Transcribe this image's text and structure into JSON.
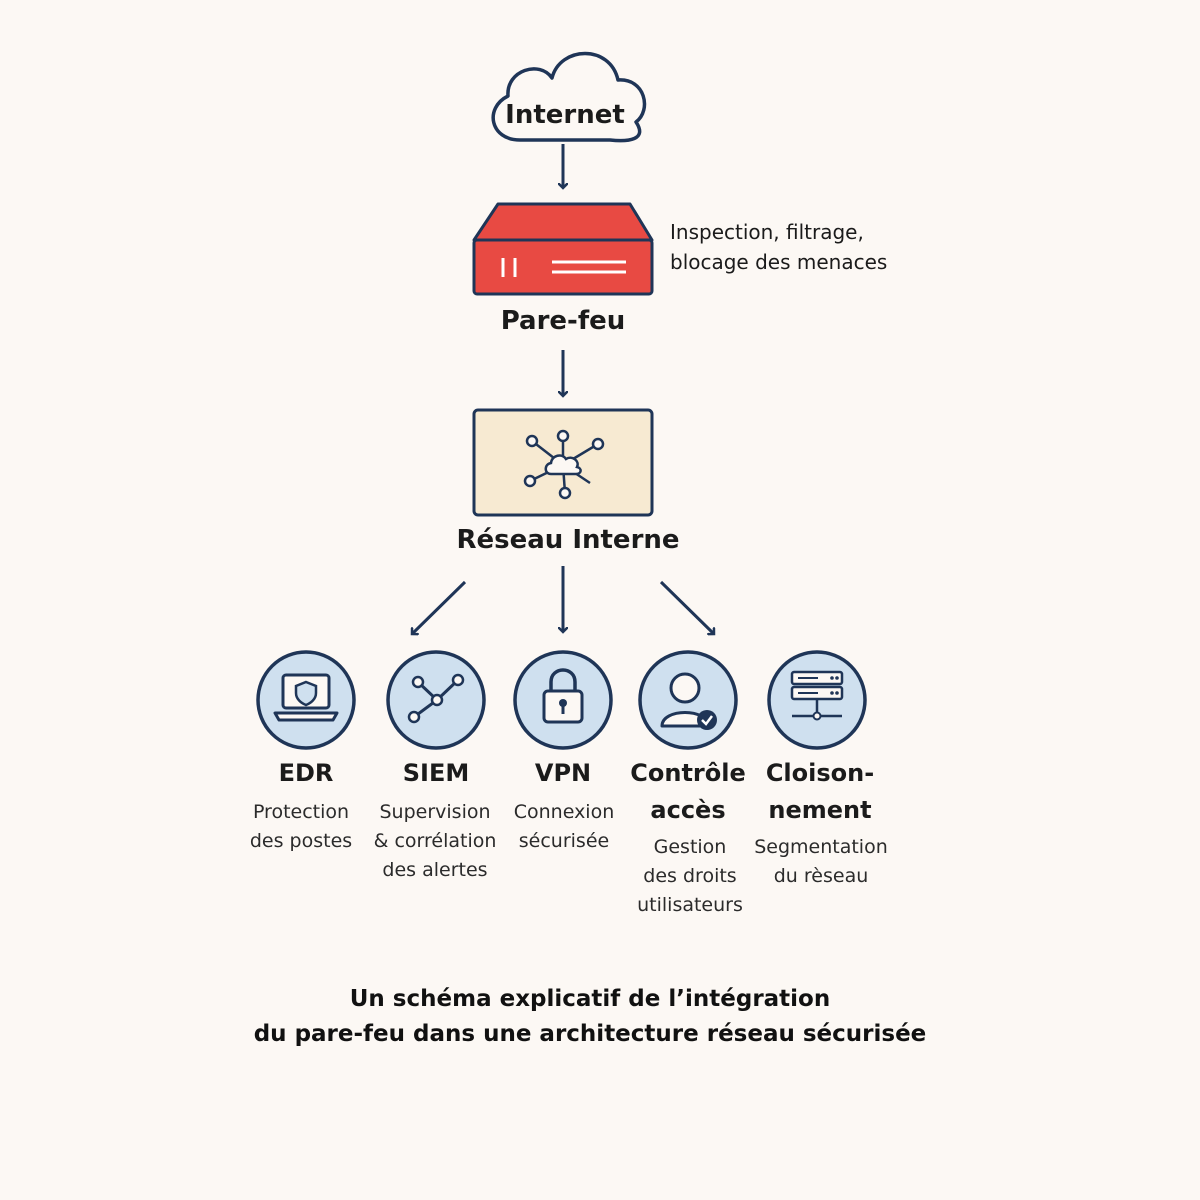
{
  "nodes": {
    "internet": {
      "label": "Internet",
      "icon": "cloud-icon"
    },
    "firewall": {
      "label": "Pare-feu",
      "icon": "firewall-appliance-icon",
      "note": "Inspection, filtrage,\nblocage des menaces"
    },
    "internal_network": {
      "label": "Réseau Interne",
      "icon": "network-hub-icon"
    }
  },
  "services": [
    {
      "title": "EDR",
      "description": "Protection\ndes postes",
      "icon": "laptop-shield-icon"
    },
    {
      "title": "SIEM",
      "description": "Supervision\n& corrélation\ndes alertes",
      "icon": "graph-nodes-icon"
    },
    {
      "title": "VPN",
      "description": "Connexion\nsécurisée",
      "icon": "padlock-icon"
    },
    {
      "title": "Contrôle\naccès",
      "description": "Gestion\ndes droits\nutilisateurs",
      "icon": "user-check-icon"
    },
    {
      "title": "Cloison-\nnement",
      "description": "Segmentation\ndu rèseau",
      "icon": "server-rack-icon"
    }
  ],
  "caption": {
    "line1": "Un schéma explicatif de l’intégration",
    "line2": "du pare-feu dans une architecture réseau sécurisée"
  },
  "colors": {
    "firewall_red": "#e84a43",
    "outline_navy": "#1f3557",
    "service_circle": "#cfe0ef",
    "network_panel": "#f7ead2",
    "background": "#fcf8f4"
  }
}
